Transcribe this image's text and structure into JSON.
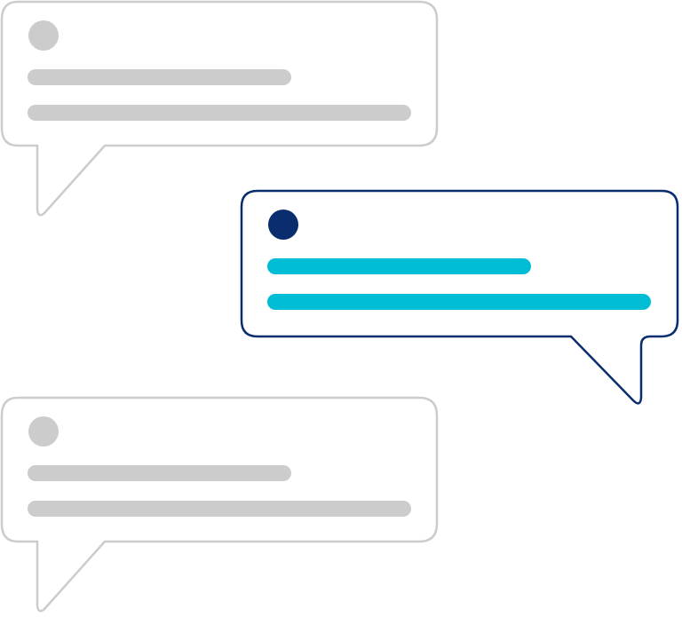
{
  "bubbles": [
    {
      "id": "top-left",
      "tail": "bottom-left",
      "highlighted": false,
      "lines": 2
    },
    {
      "id": "middle-right",
      "tail": "bottom-right",
      "highlighted": true,
      "lines": 2
    },
    {
      "id": "bottom-left",
      "tail": "bottom-left",
      "highlighted": false,
      "lines": 2
    }
  ],
  "colors": {
    "background": "#ffffff",
    "muted_outline": "#cccccc",
    "muted_fill": "#cccccc",
    "highlight_outline": "#0a2d6e",
    "highlight_avatar": "#0a2d6e",
    "highlight_lines": "#00bcd4"
  },
  "icons": [
    "chat-bubble-icon",
    "avatar-placeholder-icon"
  ]
}
